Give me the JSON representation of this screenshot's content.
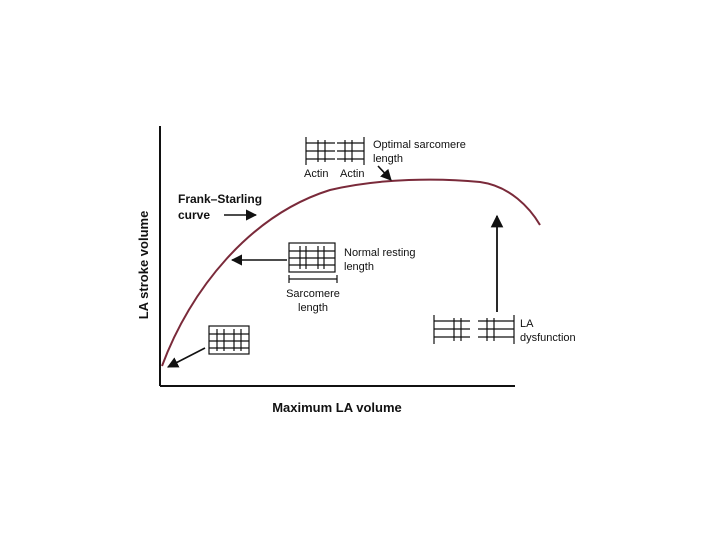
{
  "xlabel": "Maximum LA volume",
  "ylabel": "LA stroke volume",
  "curve_label": [
    "Frank–Starling",
    "curve"
  ],
  "callouts": {
    "optimal": [
      "Optimal sarcomere",
      "length"
    ],
    "actin_left": "Actin",
    "actin_right": "Actin",
    "normal": [
      "Normal resting",
      "length"
    ],
    "sarcomere": [
      "Sarcomere",
      "length"
    ],
    "dysfunction": [
      "LA",
      "dysfunction"
    ]
  },
  "colors": {
    "curve": "#7a2a3a",
    "ink": "#111111"
  }
}
